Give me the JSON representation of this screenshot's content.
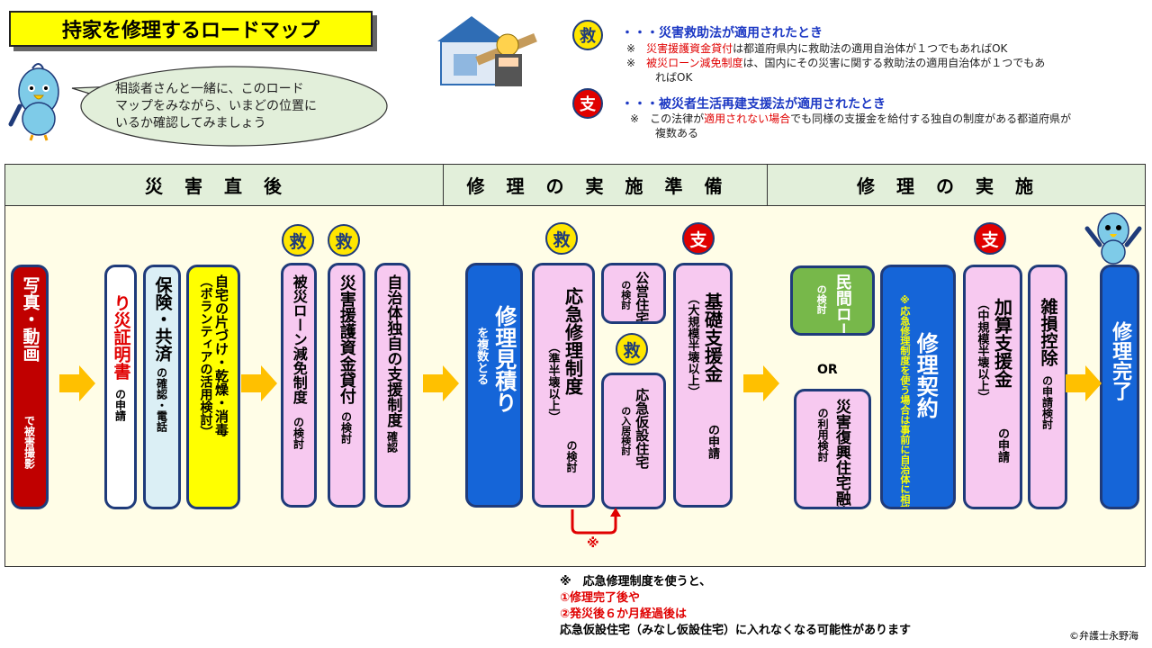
{
  "title": "持家を修理するロードマップ",
  "bubble": {
    "line1": "相談者さんと一緒に、このロード",
    "line2": "マップをみながら、いまどの位置に",
    "line3": "いるか確認してみましょう"
  },
  "legend": {
    "kyu": {
      "badge": "救",
      "head": "・・・災害救助法が適用されたとき",
      "note1_red": "災害援護資金貸付",
      "note1_rest": "は都道府県内に救助法の適用自治体が１つでもあればOK",
      "note2_red": "被災ローン減免制度",
      "note2_rest": "は、国内にその災害に関する救助法の適用自治体が１つでもあ",
      "note2_cont": "ればOK"
    },
    "shi": {
      "badge": "支",
      "head": "・・・被災者生活再建支援法が適用されたとき",
      "note1_a": "この法律が",
      "note1_red": "適用されない場合",
      "note1_b": "でも同様の支援金を給付する独自の制度がある都道府県が",
      "note1_cont": "複数ある"
    },
    "mark": "※"
  },
  "stages": [
    "災害直後",
    "修理の実施準備",
    "修理の実施"
  ],
  "cards": {
    "photo": {
      "main": "写真・動画",
      "sub": "で被害撮影"
    },
    "risai": {
      "main_red": "り災",
      "main": "証明書",
      "sub": "の申請"
    },
    "hoken": {
      "main": "保険・共済",
      "sub": "の確認・電話"
    },
    "katazuke": {
      "main": "自宅の片づけ・乾燥・消毒",
      "sub": "（ボランティアの活用検討）"
    },
    "loan": {
      "main": "被災ローン減免制度",
      "sub": "の検討"
    },
    "engo": {
      "main": "災害援護資金貸付",
      "sub": "の検討"
    },
    "jichitai": {
      "main": "自治体独自の支援制度",
      "sub": "確認"
    },
    "mitsumori": {
      "main": "修理見積り",
      "sub": "を複数とる"
    },
    "oukyu": {
      "main": "応急修理制度",
      "sub1": "（準半壊以上）",
      "sub2": "の検討"
    },
    "koei": {
      "main": "公営住宅",
      "sub": "の検討"
    },
    "kasetsu": {
      "main": "応急仮設住宅",
      "sub": "の入居検討"
    },
    "kiso": {
      "main": "基礎支援金",
      "sub1": "（大規模半壊以上）",
      "sub2": "の申請"
    },
    "minkan": {
      "main": "民間ローン",
      "sub": "の検討"
    },
    "or": "OR",
    "fukko": {
      "main": "災害復興住宅融資",
      "sub": "の利用検討"
    },
    "keiyaku": {
      "main": "修理契約",
      "note": "※応急修理制度を使う場合は事前に自治体に相談"
    },
    "kasan": {
      "main": "加算支援金",
      "sub1": "（中規模半壊以上）",
      "sub2": "の申請"
    },
    "zasson": {
      "main": "雑損控除",
      "sub": "の申請検討"
    },
    "kanryo": {
      "main": "修理完了"
    }
  },
  "badges": {
    "kyu": "救",
    "shi": "支"
  },
  "loop_mark": "※",
  "footnote": {
    "line1": "※　応急修理制度を使うと、",
    "line2": "①修理完了後や",
    "line3": "②発災後６か月経過後は",
    "line4": "応急仮設住宅（みなし仮設住宅）に入れなくなる可能性があります"
  },
  "copyright": "©弁護士永野海",
  "colors": {
    "title_bg": "#ffff00",
    "header_bg": "#e2efda",
    "body_bg": "#fffde7",
    "accent_blue": "#1565d8",
    "pink": "#f7c9f0",
    "red": "#c00000"
  }
}
